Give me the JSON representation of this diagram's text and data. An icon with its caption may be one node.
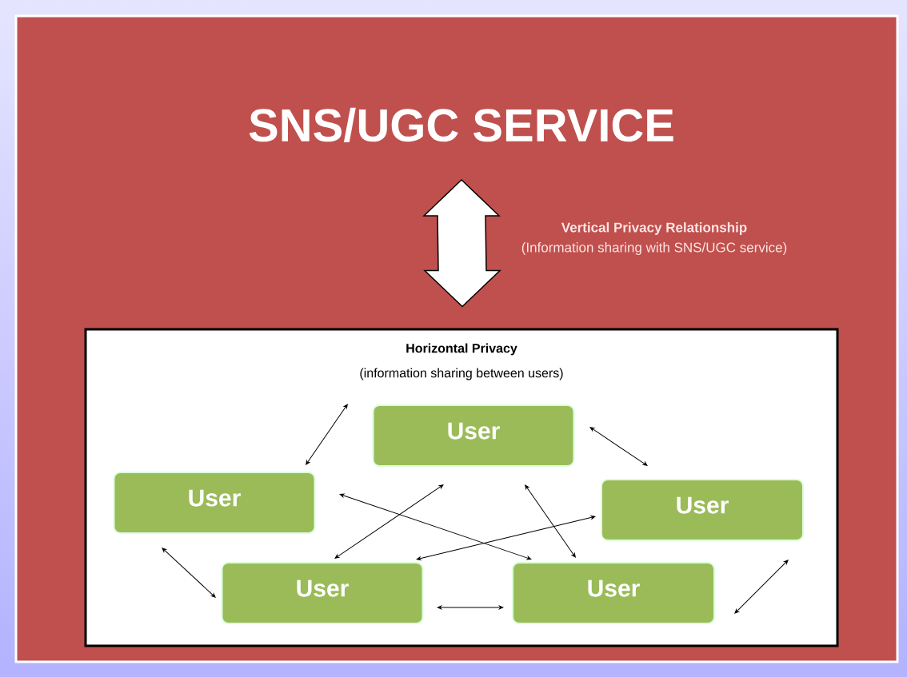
{
  "diagram": {
    "nodes": [
      {
        "text": [
          "SNS/UGC SERVICE"
        ]
      },
      {
        "text": [
          "Horizontal Privacy",
          "(information sharing between users)"
        ]
      },
      {
        "text": [
          "User"
        ],
        "in": 1
      },
      {
        "text": [
          "User"
        ],
        "in": 1
      },
      {
        "text": [
          "User"
        ],
        "in": 1
      },
      {
        "text": [
          "User"
        ],
        "in": 1
      },
      {
        "text": [
          "User"
        ],
        "in": 1
      }
    ],
    "edges": [
      {
        "from": 0,
        "to": 1,
        "arrow": "both",
        "style": "thick"
      },
      {
        "from": 2,
        "to": 3,
        "arrow": "both"
      },
      {
        "from": 2,
        "to": 4,
        "arrow": "both"
      },
      {
        "from": 3,
        "to": 5,
        "arrow": "both"
      },
      {
        "from": 5,
        "to": 6,
        "arrow": "both"
      },
      {
        "from": 4,
        "to": 6,
        "arrow": "both"
      },
      {
        "from": 3,
        "to": 6,
        "arrow": "both"
      },
      {
        "from": 2,
        "to": 5,
        "arrow": "both"
      },
      {
        "from": 2,
        "to": 6,
        "arrow": "both"
      },
      {
        "from": 4,
        "to": 5,
        "arrow": "both"
      }
    ],
    "labels": [
      "Vertical Privacy Relationship",
      "(Information sharing with SNS/UGC service)"
    ]
  }
}
